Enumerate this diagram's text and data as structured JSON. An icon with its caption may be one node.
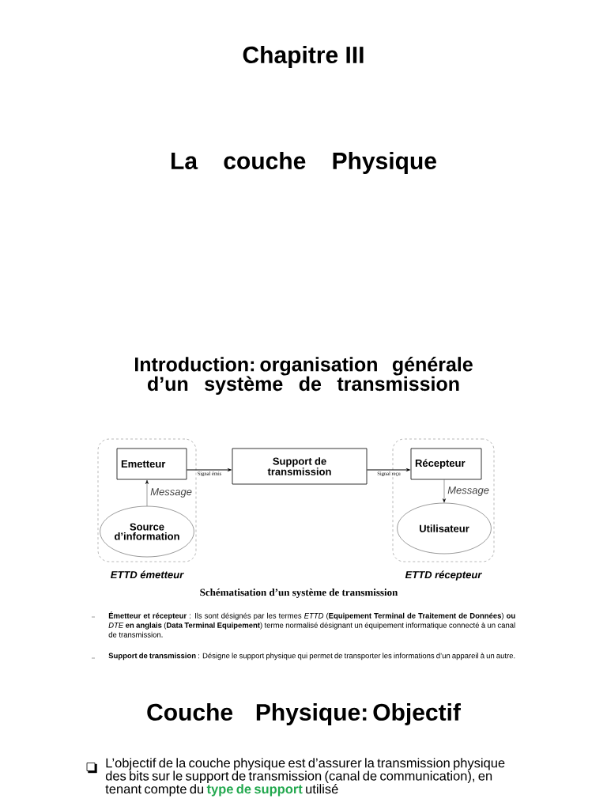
{
  "diagram": {
    "title": "Chapitre III",
    "caption": "Schématisation d’un système de transmission",
    "nodes": [
      {
        "text": [
          "ETTD émetteur"
        ]
      },
      {
        "text": [
          "Emetteur"
        ],
        "in": 0
      },
      {
        "text": [
          "Source d’information"
        ],
        "in": 0
      },
      {
        "text": [
          "Support de transmission"
        ]
      },
      {
        "text": [
          "ETTD récepteur"
        ]
      },
      {
        "text": [
          "Récepteur"
        ],
        "in": 4
      },
      {
        "text": [
          "Utilisateur"
        ],
        "in": 4
      }
    ],
    "edges": [
      {
        "from": 1,
        "to": 3,
        "arrow": "to",
        "label": "Signal émis"
      },
      {
        "from": 2,
        "to": 1,
        "arrow": "to",
        "label": "Message"
      },
      {
        "from": 3,
        "to": 5,
        "arrow": "to",
        "label": "Signal reçu"
      },
      {
        "from": 5,
        "to": 6,
        "arrow": "to",
        "label": "Message"
      }
    ],
    "labels": [
      "La couche Physique",
      "Introduction: organisation générale d’un système de transmission",
      "**Émetteur et récepteur** : Ils sont désignés par les termes *ETTD* (**Equipement Terminal de Traitement de Données**) **ou** *DTE* **en anglais** (**Data Terminal Equipement**) terme normalisé désignant un équipement informatique connecté à un canal de transmission.",
      "**Support de transmission** : Désigne le support physique qui permet de transporter les informations d’un appareil à un autre.",
      "Couche Physique: Objectif",
      "L’objectif de la couche physique est d’assurer la transmission physique des bits sur le support de transmission (canal de communication), en tenant compte du **type de support** utilisé"
    ]
  }
}
